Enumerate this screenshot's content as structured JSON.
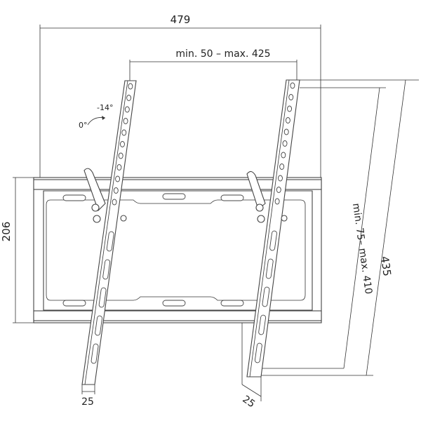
{
  "dimensions": {
    "width_top": "479",
    "hole_spacing_horizontal": "min. 50 – max. 425",
    "height_plate": "206",
    "height_arm": "435",
    "hole_spacing_vertical": "min. 75– max. 410",
    "arm_width_left": "25",
    "arm_depth_right": "25"
  },
  "tilt": {
    "angle_start": "0°",
    "angle_end": "-14°"
  },
  "colors": {
    "line": "#333333",
    "background": "#ffffff"
  }
}
